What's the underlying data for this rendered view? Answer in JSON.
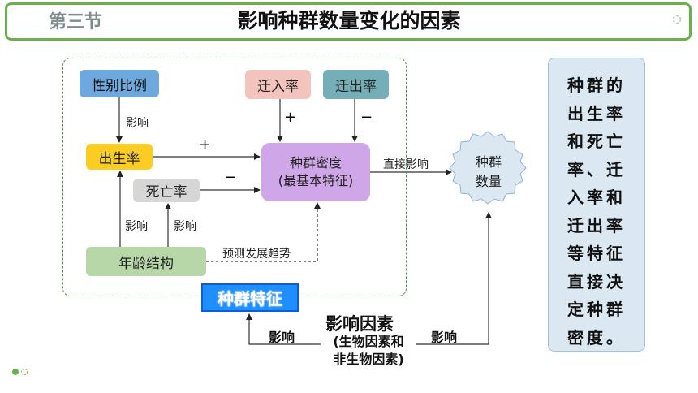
{
  "header": {
    "section": "第三节",
    "title": "影响种群数量变化的因素"
  },
  "diagram": {
    "nodes": {
      "sex_ratio": "性别比例",
      "immigration": "迁入率",
      "emigration": "迁出率",
      "birth_rate": "出生率",
      "death_rate": "死亡率",
      "density_line1": "种群密度",
      "density_line2": "(最基本特征)",
      "age_structure": "年龄结构",
      "population_line1": "种群",
      "population_line2": "数量"
    },
    "edge_labels": {
      "sex_to_birth": "影响",
      "birth_plus": "+",
      "death_minus": "−",
      "in_plus": "+",
      "out_minus": "−",
      "direct_effect": "直接影响",
      "age_to_birth": "影响",
      "age_to_death": "影响",
      "predict_trend": "预测发展趋势",
      "factor_left": "影响",
      "factor_right": "影响"
    },
    "characteristics_badge": "种群特征",
    "factors_title": "影响因素",
    "factors_sub_line1": "(生物因素和",
    "factors_sub_line2": "非生物因素)"
  },
  "side_panel": {
    "text": "种群的\n出生率\n和死亡\n率、迁\n入率和\n迁出率\n等特征\n直接决\n定种群\n密度。"
  },
  "colors": {
    "header_border": "#6ab04c",
    "badge_blue": "#1f8fff",
    "panel_bg": "#dbe8f2"
  }
}
